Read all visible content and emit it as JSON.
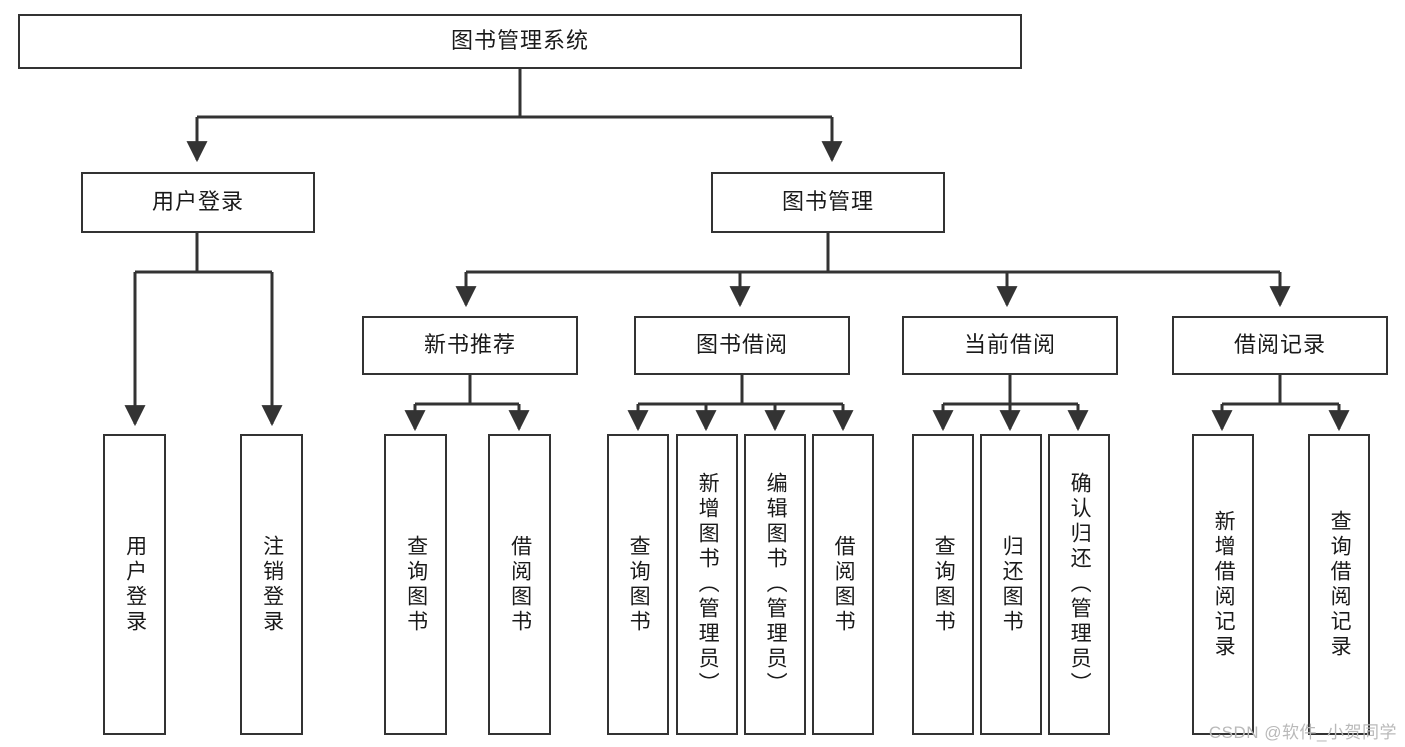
{
  "diagram": {
    "title": "图书管理系统",
    "type": "hierarchy-tree",
    "watermark": "CSDN @软件_小贺同学",
    "colors": {
      "stroke": "#333333",
      "fill": "#ffffff",
      "text": "#1a1a1a",
      "watermark": "#b9b9b9"
    },
    "root": {
      "label": "图书管理系统"
    },
    "level2": [
      {
        "label": "用户登录"
      },
      {
        "label": "图书管理"
      }
    ],
    "level3": [
      {
        "label": "新书推荐"
      },
      {
        "label": "图书借阅"
      },
      {
        "label": "当前借阅"
      },
      {
        "label": "借阅记录"
      }
    ],
    "leaves_user_login": [
      {
        "label": "用户登录"
      },
      {
        "label": "注销登录"
      }
    ],
    "leaves_new_book": [
      {
        "label": "查询图书"
      },
      {
        "label": "借阅图书"
      }
    ],
    "leaves_borrow": [
      {
        "label": "查询图书"
      },
      {
        "label": "新增图书（管理员）"
      },
      {
        "label": "编辑图书（管理员）"
      },
      {
        "label": "借阅图书"
      }
    ],
    "leaves_current": [
      {
        "label": "查询图书"
      },
      {
        "label": "归还图书"
      },
      {
        "label": "确认归还（管理员）"
      }
    ],
    "leaves_records": [
      {
        "label": "新增借阅记录"
      },
      {
        "label": "查询借阅记录"
      }
    ]
  }
}
